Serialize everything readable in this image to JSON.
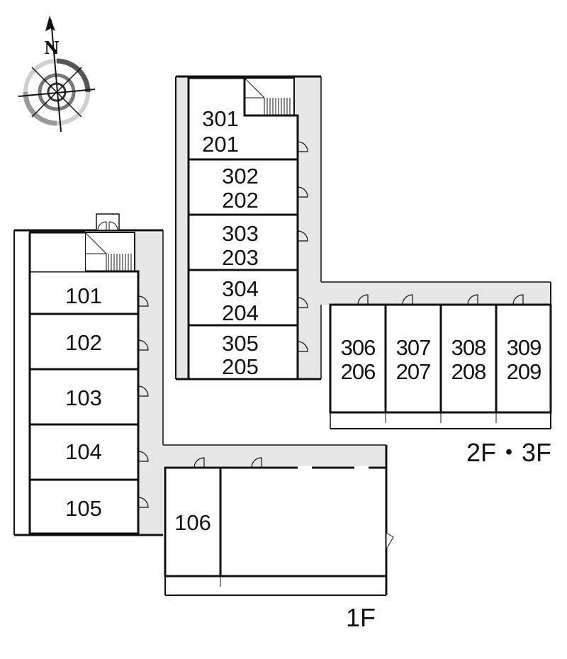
{
  "compass": {
    "north_label": "N",
    "icon": "compass-rose-icon"
  },
  "colors": {
    "corridor": "#e6e6e6",
    "wall": "#111111",
    "background": "#ffffff"
  },
  "floor_labels": {
    "ground": "1F",
    "upper": "2F・3F"
  },
  "units_1f": [
    "101",
    "102",
    "103",
    "104",
    "105",
    "106"
  ],
  "units_upper_block": [
    {
      "top": "301",
      "bottom": "201"
    },
    {
      "top": "302",
      "bottom": "202"
    },
    {
      "top": "303",
      "bottom": "203"
    },
    {
      "top": "304",
      "bottom": "204"
    },
    {
      "top": "305",
      "bottom": "205"
    }
  ],
  "units_upper_row": [
    {
      "top": "306",
      "bottom": "206"
    },
    {
      "top": "307",
      "bottom": "207"
    },
    {
      "top": "308",
      "bottom": "208"
    },
    {
      "top": "309",
      "bottom": "209"
    }
  ]
}
